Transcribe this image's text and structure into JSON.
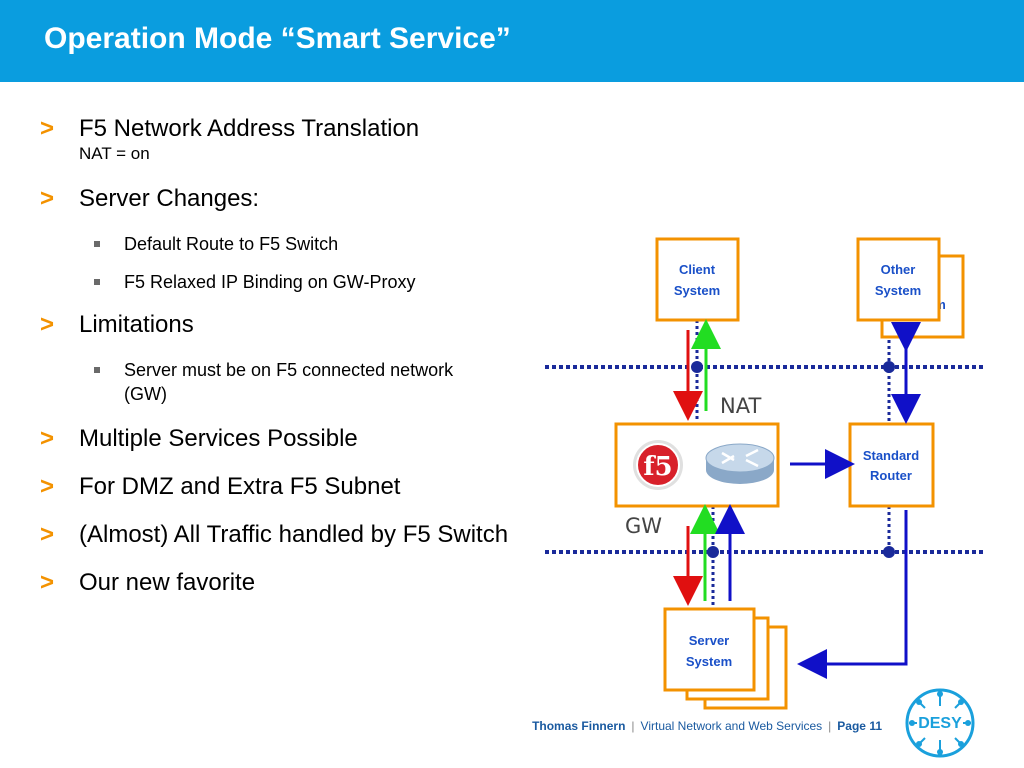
{
  "slide": {
    "title": "Operation Mode “Smart Service”",
    "bullet_marker": ">",
    "bullets": [
      {
        "text": "F5 Network Address Translation",
        "sub": "NAT = on"
      },
      {
        "text": "Server Changes:",
        "items": [
          "Default Route to F5 Switch",
          "F5 Relaxed IP Binding on GW-Proxy"
        ]
      },
      {
        "text": "Limitations",
        "items": [
          "Server must be on F5 connected network (GW)"
        ]
      },
      {
        "text": "Multiple Services Possible"
      },
      {
        "text": "For DMZ and Extra F5 Subnet"
      },
      {
        "text": "(Almost) All Traffic handled by F5 Switch"
      },
      {
        "text": "Our new favorite"
      }
    ]
  },
  "diagram": {
    "client_system": [
      "Client",
      "System"
    ],
    "other_system": [
      "Other",
      "System"
    ],
    "standard_router": [
      "Standard",
      "Router"
    ],
    "server_system": [
      "Server",
      "System"
    ],
    "nat_label": "NAT",
    "gw_label": "GW",
    "f5_logo_text": "f5"
  },
  "footer": {
    "author": "Thomas Finnern",
    "sep": "|",
    "talk": "Virtual Network and Web Services",
    "page": "Page 11"
  },
  "logo": {
    "text": "DESY"
  },
  "colors": {
    "title_bar": "#0a9ddf",
    "bullet_arrow": "#f39200",
    "box_border": "#f39200",
    "box_text": "#1a50c8",
    "network_line": "#1a2a9a",
    "arrow_red": "#e01010",
    "arrow_green": "#22dd22",
    "arrow_blue": "#1010c8"
  }
}
